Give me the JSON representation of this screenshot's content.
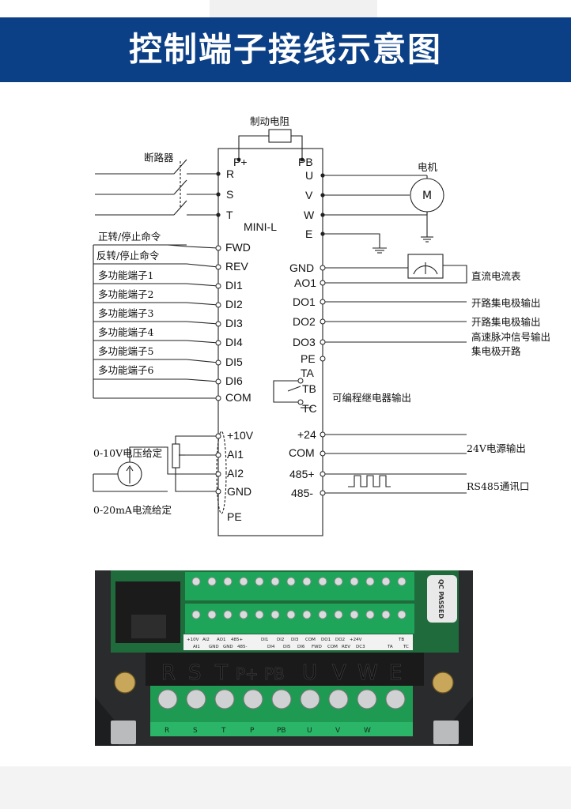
{
  "title": "控制端子接线示意图",
  "inverter": {
    "model": "MINI-L",
    "top_terminals": [
      "P+",
      "PB"
    ],
    "left_power": [
      "R",
      "S",
      "T"
    ],
    "right_power": [
      "U",
      "V",
      "W",
      "E"
    ],
    "left_control": [
      "FWD",
      "REV",
      "DI1",
      "DI2",
      "DI3",
      "DI4",
      "DI5",
      "DI6",
      "COM"
    ],
    "left_analog": [
      "+10V",
      "AI1",
      "AI2",
      "GND",
      "PE"
    ],
    "right_control": [
      "GND",
      "AO1",
      "DO1",
      "DO2",
      "DO3",
      "PE",
      "TA",
      "TB",
      "TC",
      "+24",
      "COM",
      "485+",
      "485-"
    ]
  },
  "labels": {
    "brake_resistor": "制动电阻",
    "breaker": "断路器",
    "motor": "电机",
    "motor_symbol": "M",
    "forward": "正转/停止命令",
    "reverse": "反转/停止命令",
    "multi": [
      "多功能端子1",
      "多功能端子2",
      "多功能端子3",
      "多功能端子4",
      "多功能端子5",
      "多功能端子6"
    ],
    "dc_ammeter": "直流电流表",
    "do1_out": "开路集电极输出",
    "do2_out": "开路集电极输出",
    "do3_out_1": "高速脉冲信号输出",
    "do3_out_2": "集电极开路",
    "relay_out": "可编程继电器输出",
    "voltage_ref": "0-10V电压给定",
    "current_ref": "0-20mA电流给定",
    "power_24v": "24V电源输出",
    "rs485": "RS485通讯口"
  },
  "photo": {
    "qc_label": "QC PASSED",
    "upper_row1": [
      "+10V",
      "AI2",
      "AO1",
      "485+",
      "DI1",
      "DI2",
      "DI3",
      "COM",
      "DO1",
      "DO2",
      "+24V",
      "TB"
    ],
    "upper_row2": [
      "AI1",
      "GND",
      "GND",
      "485-",
      "DI4",
      "DI5",
      "DI6",
      "FWD",
      "COM",
      "REV",
      "DC3",
      "TA",
      "TC"
    ],
    "cover_text": [
      "R",
      "S",
      "T",
      "P+",
      "PB",
      "U",
      "V",
      "W",
      "E"
    ],
    "bottom_labels": [
      "R",
      "S",
      "T",
      "P",
      "PB",
      "U",
      "V",
      "W"
    ]
  }
}
